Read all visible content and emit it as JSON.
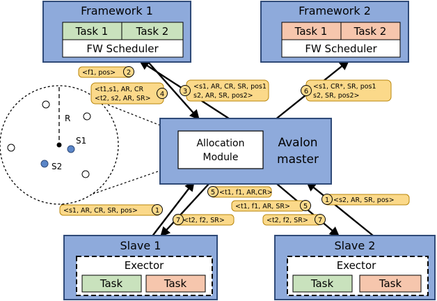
{
  "colors": {
    "node_fill": "#8eaadb",
    "node_stroke": "#2f4a78",
    "task_green": "#c9e2bd",
    "task_salmon": "#f6c6ad",
    "label_fill": "#fbd98a",
    "label_stroke": "#b8860b"
  },
  "framework1": {
    "title": "Framework 1",
    "task_a": "Task 1",
    "task_b": "Task 2",
    "scheduler": "FW Scheduler"
  },
  "framework2": {
    "title": "Framework 2",
    "task_a": "Task 1",
    "task_b": "Task 2",
    "scheduler": "FW Scheduler"
  },
  "master": {
    "title_line1": "Avalon",
    "title_line2": "master",
    "module_line1": "Allocation",
    "module_line2": "Module"
  },
  "slave1": {
    "title": "Slave 1",
    "executor": "Exector",
    "task_a": "Task",
    "task_b": "Task"
  },
  "slave2": {
    "title": "Slave 2",
    "executor": "Exector",
    "task_a": "Task",
    "task_b": "Task"
  },
  "zoom": {
    "radius_label": "R",
    "s1_label": "S1",
    "s2_label": "S2"
  },
  "messages": {
    "m2": {
      "num": "2",
      "text": "<f1, pos>"
    },
    "m4": {
      "num": "4",
      "line1": "<t1,s1, AR, CR",
      "line2": "<t2, s2, AR, SR>"
    },
    "m3": {
      "num": "3",
      "line1": "<s1, AR, CR, SR, pos1",
      "line2": "s2, AR, SR, pos2>"
    },
    "m6": {
      "num": "6",
      "line1": "<s1, CR*, SR, pos1",
      "line2": "s2, SR, pos2>"
    },
    "m5a": {
      "num": "5",
      "text": "<t1, f1, AR,CR>"
    },
    "m1a": {
      "num": "1",
      "text": "<s1, AR, CR, SR, pos>"
    },
    "m7a": {
      "num": "7",
      "text": "<t2, f2, SR>"
    },
    "m5b": {
      "num": "5",
      "text": "<t1, f1, AR, SR>"
    },
    "m7b": {
      "num": "7",
      "text": "<t2, f2, SR>"
    },
    "m1b": {
      "num": "1",
      "text": "<s2, AR, SR, pos>"
    }
  }
}
